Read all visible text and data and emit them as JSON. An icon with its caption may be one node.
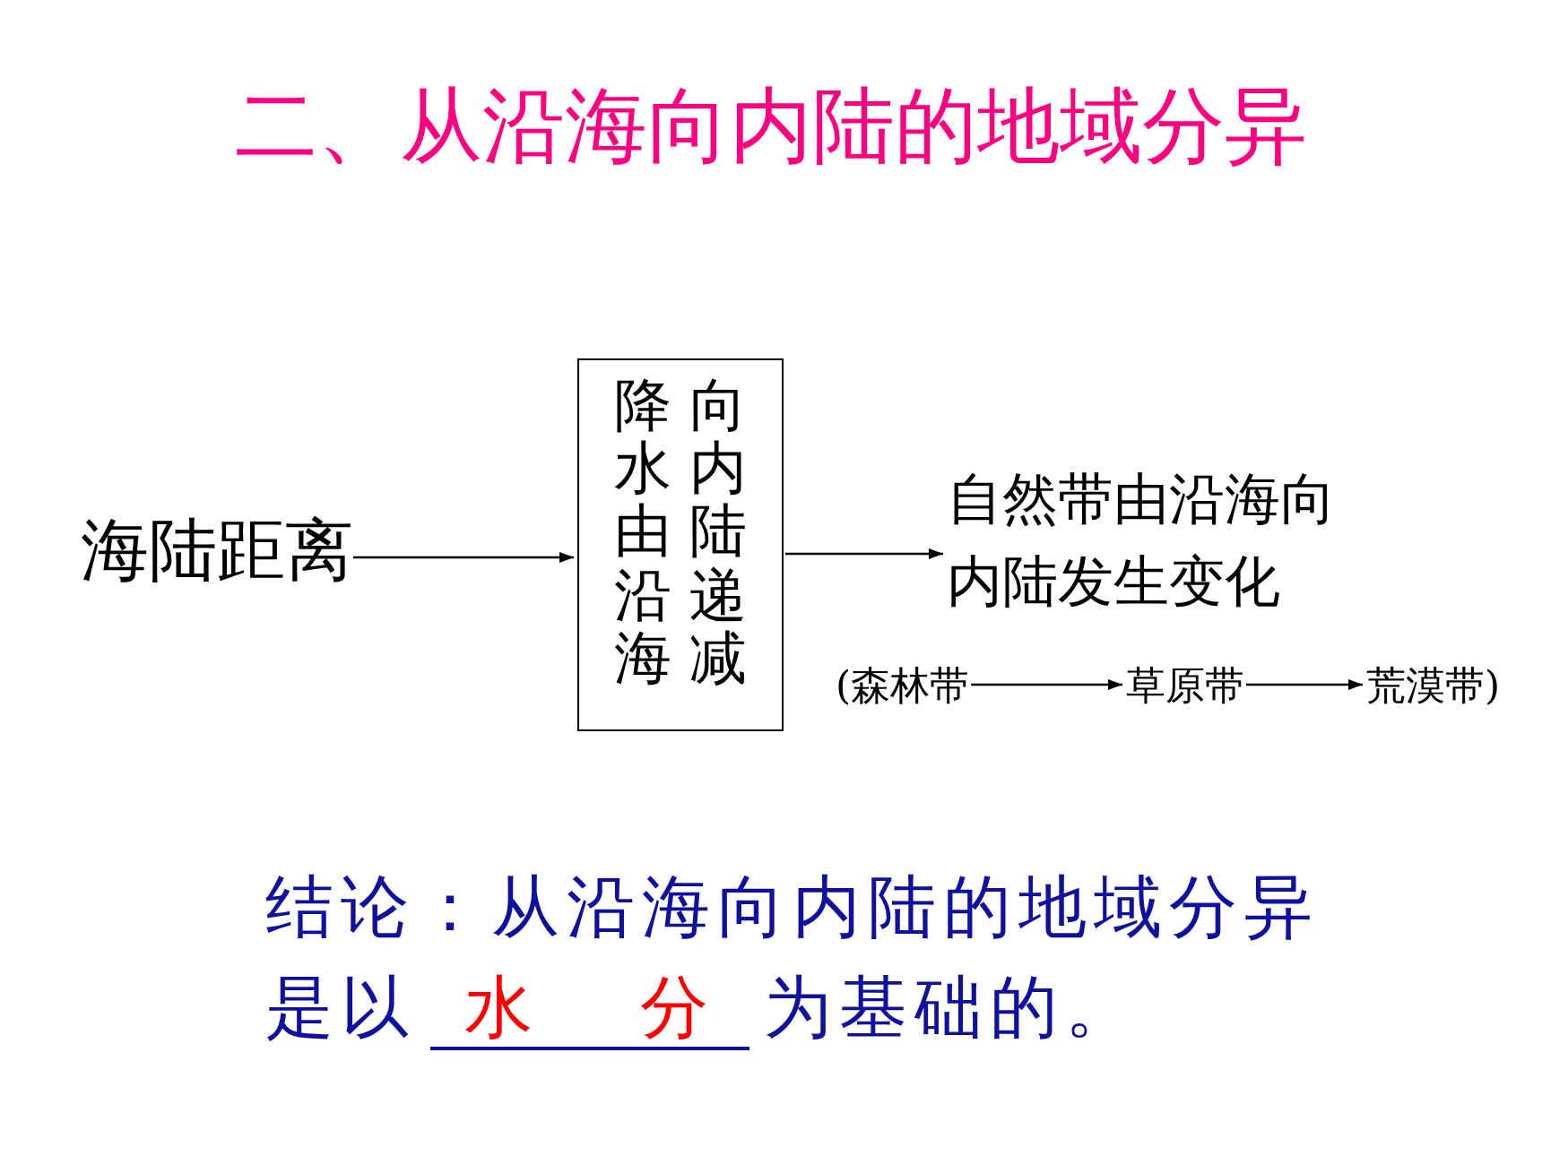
{
  "diagram": {
    "title": "二、从沿海向内陆的地域分异",
    "nodes": [
      {
        "text": [
          "海陆距离"
        ]
      },
      {
        "text": [
          "降水由沿海",
          "向内陆递减"
        ]
      },
      {
        "text": [
          "自然带由沿海向内陆发生变化"
        ]
      },
      {
        "text": [
          "(森林带"
        ]
      },
      {
        "text": [
          "草原带"
        ]
      },
      {
        "text": [
          "荒漠带)"
        ]
      }
    ],
    "edges": [
      {
        "from": 0,
        "to": 1,
        "arrow": "to"
      },
      {
        "from": 1,
        "to": 2,
        "arrow": "to"
      },
      {
        "from": 3,
        "to": 4,
        "arrow": "to"
      },
      {
        "from": 4,
        "to": 5,
        "arrow": "to"
      }
    ],
    "labels": [
      "结论：从沿海向内陆的地域分异是以",
      "水 分",
      "为基础的。"
    ]
  }
}
